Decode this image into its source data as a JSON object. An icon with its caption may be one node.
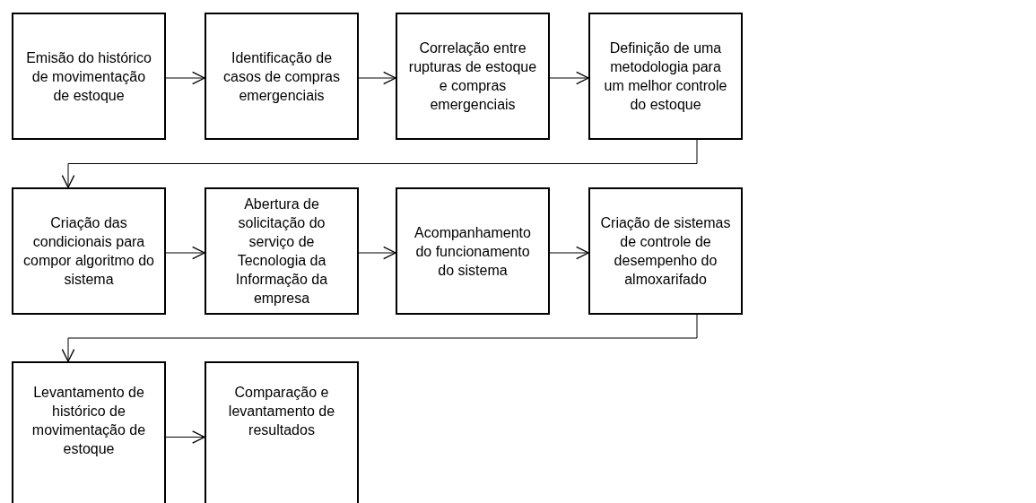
{
  "diagram": {
    "nodes": [
      {
        "text": [
          "Emisão do histórico de movimentação de estoque"
        ]
      },
      {
        "text": [
          "Identificação de casos de compras emergenciais"
        ]
      },
      {
        "text": [
          "Correlação entre rupturas de estoque e compras emergenciais"
        ]
      },
      {
        "text": [
          "Definição de uma metodologia para um melhor controle do estoque"
        ]
      },
      {
        "text": [
          "Criação das condicionais para compor algoritmo do sistema"
        ]
      },
      {
        "text": [
          "Abertura de solicitação do serviço de Tecnologia da Informação da empresa"
        ]
      },
      {
        "text": [
          "Acompanhamento do funcionamento do sistema"
        ]
      },
      {
        "text": [
          "Criação de sistemas de controle de desempenho do almoxarifado"
        ]
      },
      {
        "text": [
          "Levantamento de histórico de movimentação de estoque"
        ]
      },
      {
        "text": [
          "Comparação e levantamento de resultados"
        ]
      }
    ],
    "edges": [
      {
        "from": 0,
        "to": 1,
        "arrow": "to"
      },
      {
        "from": 1,
        "to": 2,
        "arrow": "to"
      },
      {
        "from": 2,
        "to": 3,
        "arrow": "to"
      },
      {
        "from": 3,
        "to": 4,
        "arrow": "to"
      },
      {
        "from": 4,
        "to": 5,
        "arrow": "to"
      },
      {
        "from": 5,
        "to": 6,
        "arrow": "to"
      },
      {
        "from": 6,
        "to": 7,
        "arrow": "to"
      },
      {
        "from": 7,
        "to": 8,
        "arrow": "to"
      },
      {
        "from": 8,
        "to": 9,
        "arrow": "to"
      }
    ]
  }
}
